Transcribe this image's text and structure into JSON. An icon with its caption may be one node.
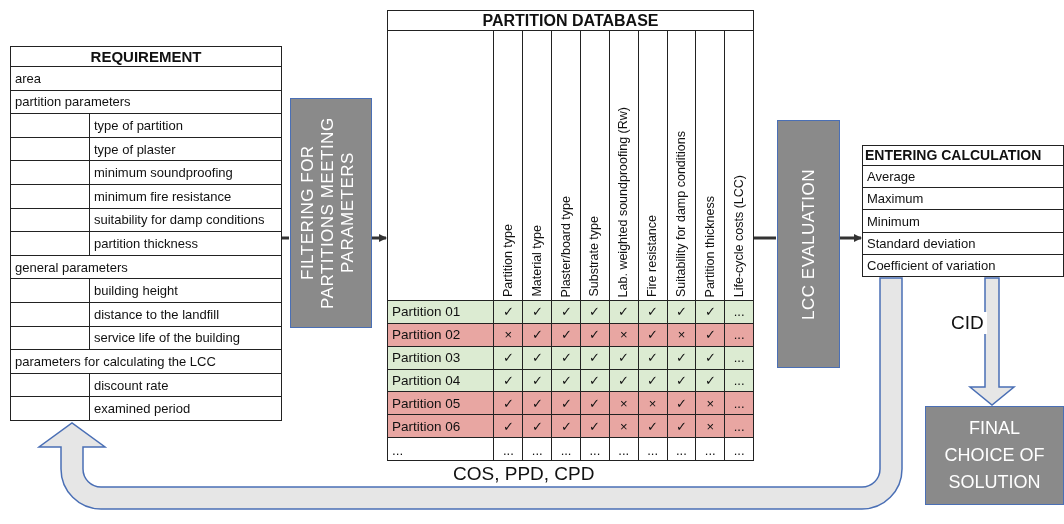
{
  "diagram": {
    "nodes": [
      {
        "text": [
          "REQUIREMENT",
          "area",
          "partition parameters",
          "type of partition",
          "type of plaster",
          "minimum soundproofing",
          "minimum fire resistance",
          "suitability for damp conditions",
          "partition thickness",
          "general parameters",
          "building height",
          "distance to the landfill",
          "service life of the building",
          "parameters for calculating the LCC",
          "discount rate",
          "examined period"
        ]
      },
      {
        "text": [
          "FILTERING FOR PARTITIONS MEETING PARAMETERS"
        ]
      },
      {
        "text": [
          "PARTITION DATABASE",
          "Partition type",
          "Material type",
          "Plaster/board type",
          "Substrate type",
          "Lab. weighted soundproofing (Rw)",
          "Fire resistance",
          "Suitability for damp conditions",
          "Partition thickness",
          "Life-cycle costs (LCC)",
          "Partition 01",
          "✓",
          "✓",
          "✓",
          "✓",
          "✓",
          "✓",
          "✓",
          "✓",
          "...",
          "Partition 02",
          "×",
          "✓",
          "✓",
          "✓",
          "×",
          "✓",
          "×",
          "✓",
          "...",
          "Partition 03",
          "✓",
          "✓",
          "✓",
          "✓",
          "✓",
          "✓",
          "✓",
          "✓",
          "...",
          "Partition 04",
          "✓",
          "✓",
          "✓",
          "✓",
          "✓",
          "✓",
          "✓",
          "✓",
          "...",
          "Partition 05",
          "✓",
          "✓",
          "✓",
          "✓",
          "×",
          "×",
          "✓",
          "×",
          "...",
          "Partition 06",
          "✓",
          "✓",
          "✓",
          "✓",
          "×",
          "✓",
          "✓",
          "×",
          "...",
          "...",
          "...",
          "...",
          "...",
          "...",
          "...",
          "...",
          "...",
          "...",
          "..."
        ]
      },
      {
        "text": [
          "LCC EVALUATION"
        ]
      },
      {
        "text": [
          "ENTERING CALCULATION",
          "Average",
          "Maximum",
          "Minimum",
          "Standard deviation",
          "Coefficient of variation"
        ]
      },
      {
        "text": [
          "FINAL CHOICE OF SOLUTION"
        ]
      }
    ],
    "edges": [
      {
        "from": 0,
        "to": 1,
        "arrow": "none"
      },
      {
        "from": 1,
        "to": 2,
        "arrow": "to"
      },
      {
        "from": 2,
        "to": 3,
        "arrow": "none"
      },
      {
        "from": 3,
        "to": 4,
        "arrow": "to"
      },
      {
        "from": 4,
        "to": 5,
        "arrow": "to",
        "label": "CID",
        "style": "thick",
        "color": "#e6e6e6"
      },
      {
        "from": 4,
        "to": 0,
        "arrow": "to",
        "label": "COS, PPD, CPD",
        "style": "thick",
        "color": "#e6e6e6"
      }
    ]
  }
}
